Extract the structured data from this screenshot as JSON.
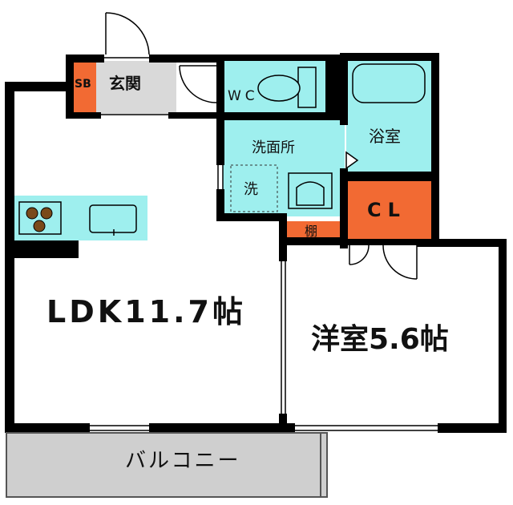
{
  "rooms": {
    "sb": "SB",
    "entrance": "玄関",
    "wc": "WC",
    "bath": "浴室",
    "washroom": "洗面所",
    "washer": "洗",
    "closet": "CL",
    "shelf": "棚",
    "ldk": "LDK11.7帖",
    "western": "洋室5.6帖",
    "balcony": "バルコニー"
  },
  "colors": {
    "wall": "#000000",
    "wet_area": "#9eefee",
    "storage": "#f26a33",
    "entrance_floor": "#d7d7d7",
    "balcony": "#cfcfcf",
    "floor": "#ffffff"
  }
}
